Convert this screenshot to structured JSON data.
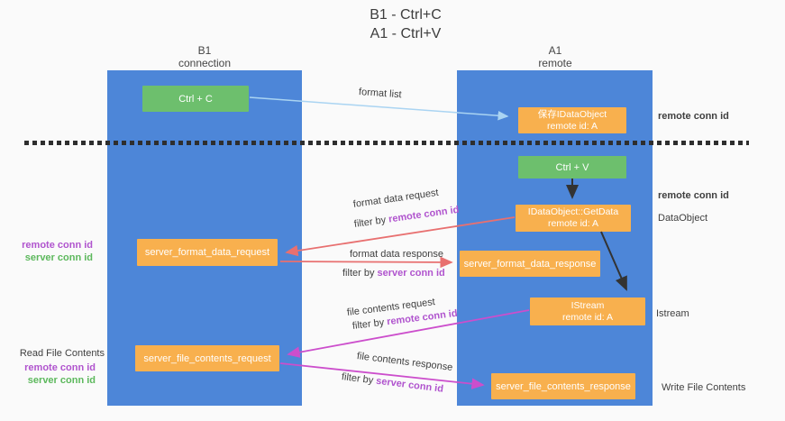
{
  "title": {
    "line1": "B1 - Ctrl+C",
    "line2": "A1 - Ctrl+V"
  },
  "lanes": {
    "b1": {
      "name": "B1",
      "role": "connection"
    },
    "a1": {
      "name": "A1",
      "role": "remote"
    }
  },
  "nodes": {
    "ctrl_c": "Ctrl + C",
    "save_idataobject": {
      "line1": "保存IDataObject",
      "line2": "remote id: A"
    },
    "ctrl_v": "Ctrl + V",
    "getdata": {
      "line1": "IDataObject::GetData",
      "line2": "remote id: A"
    },
    "server_format_data_request": "server_format_data_request",
    "server_format_data_response": "server_format_data_response",
    "istream": {
      "line1": "IStream",
      "line2": "remote id: A"
    },
    "server_file_contents_request": "server_file_contents_request",
    "server_file_contents_response": "server_file_contents_response"
  },
  "flow_labels": {
    "format_list": "format list",
    "format_data_request": "format data request",
    "format_data_response": "format data response",
    "file_contents_request": "file contents request",
    "file_contents_response": "file contents response",
    "filter_by": "filter by",
    "remote_conn_id": "remote conn id",
    "server_conn_id": "server conn id"
  },
  "side_labels": {
    "remote_conn_id": "remote conn id",
    "server_conn_id": "server conn id",
    "read_file_contents": "Read File Contents",
    "write_file_contents": "Write File Contents",
    "dataobject": "DataObject",
    "istream": "Istream"
  },
  "colors": {
    "lane_blue": "#4d86d8",
    "node_green": "#6dbf6d",
    "node_orange": "#f8b04e",
    "arrow_salmon": "#e87070",
    "arrow_magenta": "#cc4ecc",
    "arrow_lightblue": "#aad4f2",
    "arrow_black": "#333333",
    "text_purple": "#b054ce",
    "text_green": "#5cb85c",
    "text_dark": "#3f3f3f"
  }
}
